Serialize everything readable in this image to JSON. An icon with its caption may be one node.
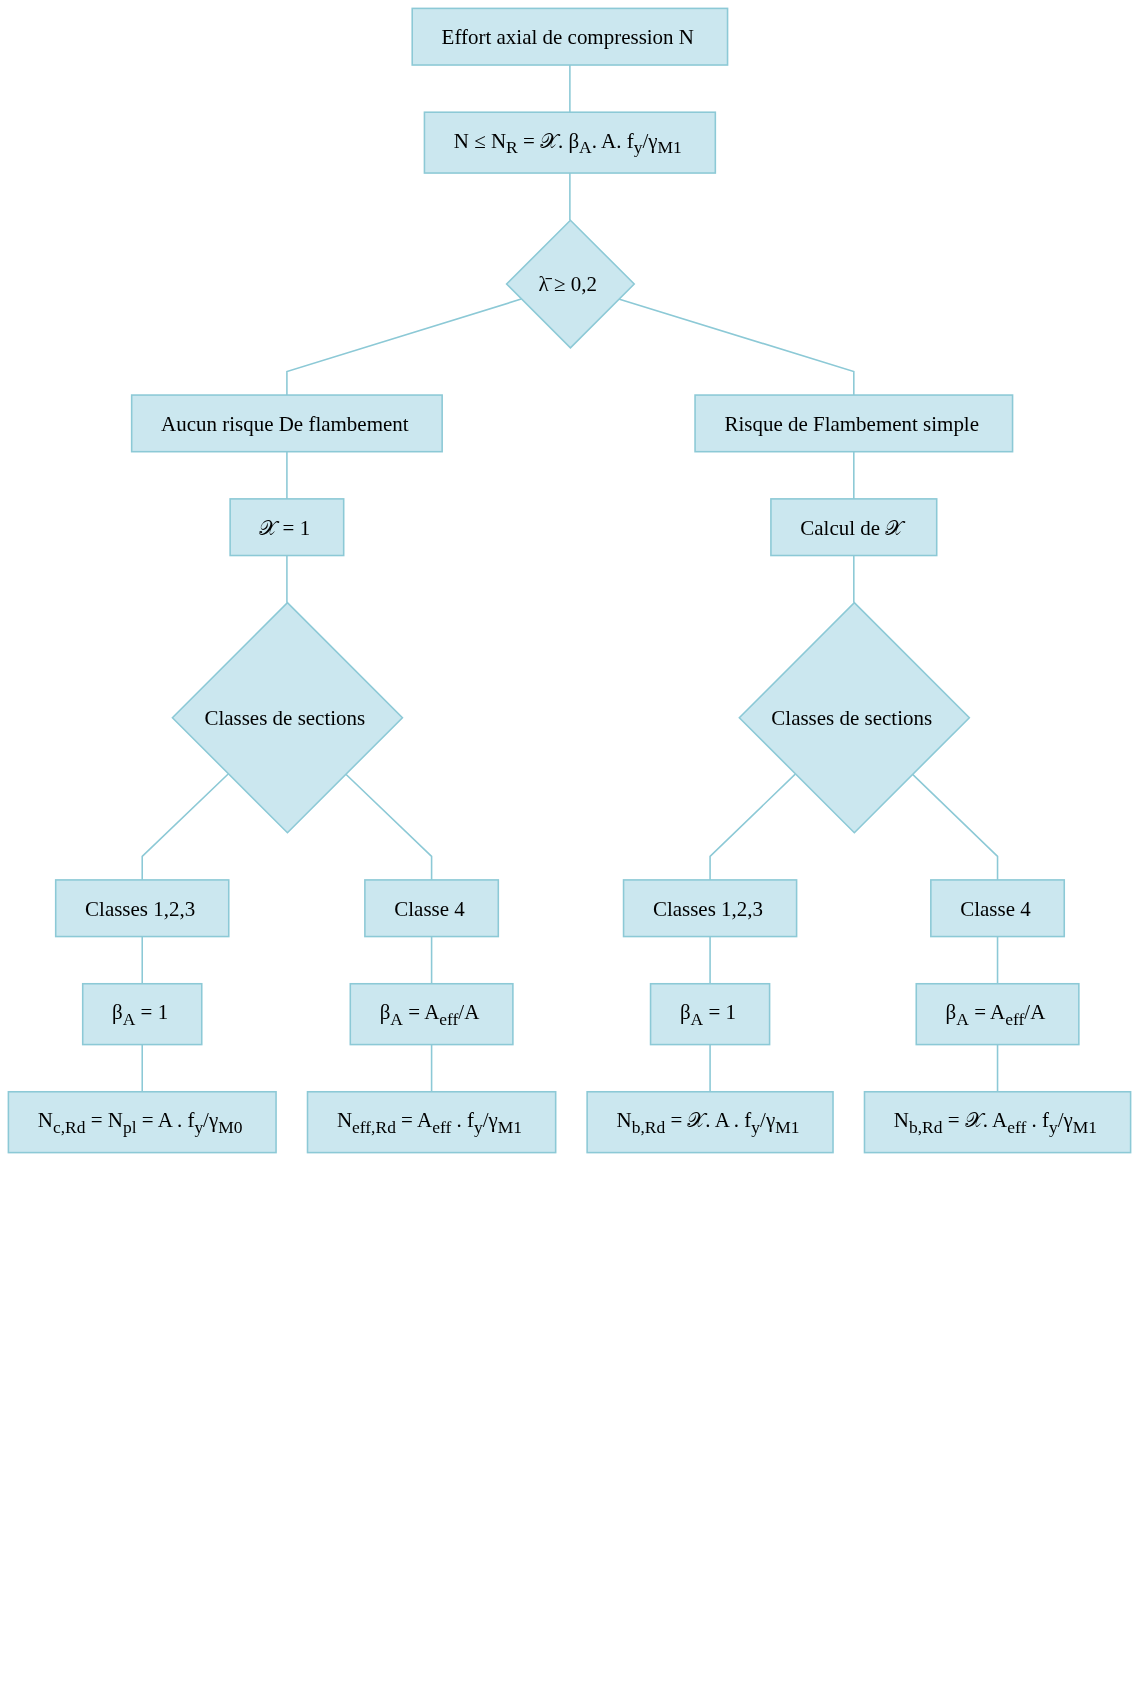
{
  "diagram": {
    "nodes": [
      {
        "text": [
          "Effort axial de compression N"
        ]
      },
      {
        "text": [
          "N ≤ N$_{R}$ = 𝒳. β$_{A}$. A. f$_{y}$/γ$_{M1}$"
        ]
      },
      {
        "text": [
          "λ̄ ≥ 0,2"
        ]
      },
      {
        "text": [
          "Aucun risque De flambement"
        ]
      },
      {
        "text": [
          "Risque de Flambement simple"
        ]
      },
      {
        "text": [
          "𝒳 = 1"
        ]
      },
      {
        "text": [
          "Calcul de 𝒳"
        ]
      },
      {
        "text": [
          "Classes de sections"
        ]
      },
      {
        "text": [
          "Classes de sections"
        ]
      },
      {
        "text": [
          "Classes 1,2,3"
        ]
      },
      {
        "text": [
          "Classe 4"
        ]
      },
      {
        "text": [
          "Classes 1,2,3"
        ]
      },
      {
        "text": [
          "Classe 4"
        ]
      },
      {
        "text": [
          "β$_{A}$ = 1"
        ]
      },
      {
        "text": [
          "β$_{A}$ = A$_{eff}$/A"
        ]
      },
      {
        "text": [
          "β$_{A}$ = 1"
        ]
      },
      {
        "text": [
          "β$_{A}$ = A$_{eff}$/A"
        ]
      },
      {
        "text": [
          "N$_{c,Rd}$ = N$_{pl}$ = A . f$_{y}$/γ$_{M0}$"
        ]
      },
      {
        "text": [
          "N$_{eff,Rd}$ = A$_{eff}$ . f$_{y}$/γ$_{M1}$"
        ]
      },
      {
        "text": [
          "N$_{b,Rd}$ = 𝒳. A . f$_{y}$/γ$_{M1}$"
        ]
      },
      {
        "text": [
          "N$_{b,Rd}$ = 𝒳. A$_{eff}$ . f$_{y}$/γ$_{M1}$"
        ]
      }
    ],
    "edges": [
      {
        "from": 0,
        "to": 1,
        "arrow": "none"
      },
      {
        "from": 1,
        "to": 2,
        "arrow": "none"
      },
      {
        "from": 2,
        "to": 3,
        "arrow": "none"
      },
      {
        "from": 2,
        "to": 4,
        "arrow": "none"
      },
      {
        "from": 3,
        "to": 5,
        "arrow": "none"
      },
      {
        "from": 4,
        "to": 6,
        "arrow": "none"
      },
      {
        "from": 5,
        "to": 7,
        "arrow": "none"
      },
      {
        "from": 6,
        "to": 8,
        "arrow": "none"
      },
      {
        "from": 7,
        "to": 9,
        "arrow": "none"
      },
      {
        "from": 7,
        "to": 10,
        "arrow": "none"
      },
      {
        "from": 8,
        "to": 11,
        "arrow": "none"
      },
      {
        "from": 8,
        "to": 12,
        "arrow": "none"
      },
      {
        "from": 9,
        "to": 13,
        "arrow": "none"
      },
      {
        "from": 10,
        "to": 14,
        "arrow": "none"
      },
      {
        "from": 11,
        "to": 15,
        "arrow": "none"
      },
      {
        "from": 12,
        "to": 16,
        "arrow": "none"
      },
      {
        "from": 13,
        "to": 17,
        "arrow": "none"
      },
      {
        "from": 14,
        "to": 18,
        "arrow": "none"
      },
      {
        "from": 15,
        "to": 19,
        "arrow": "none"
      },
      {
        "from": 16,
        "to": 20,
        "arrow": "none"
      }
    ]
  }
}
